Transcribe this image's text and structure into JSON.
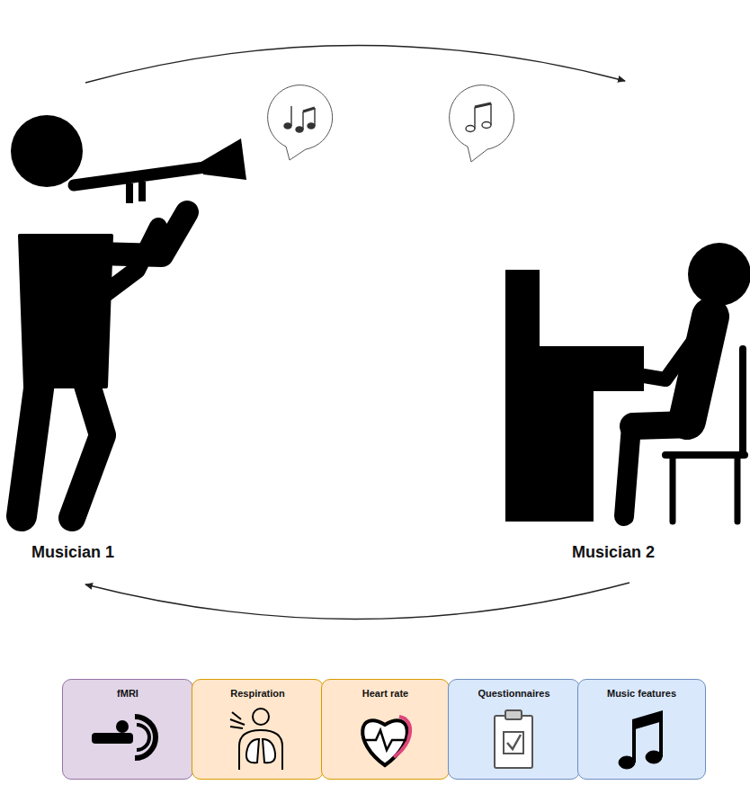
{
  "diagram": {
    "nodes": [
      {
        "text": [
          "fMRI"
        ]
      },
      {
        "text": [
          "Respiration"
        ]
      },
      {
        "text": [
          "Heart rate"
        ]
      },
      {
        "text": [
          "Questionnaires"
        ]
      },
      {
        "text": [
          "Music features"
        ]
      }
    ],
    "labels": [
      "Musician 1",
      "Musician 2"
    ]
  }
}
